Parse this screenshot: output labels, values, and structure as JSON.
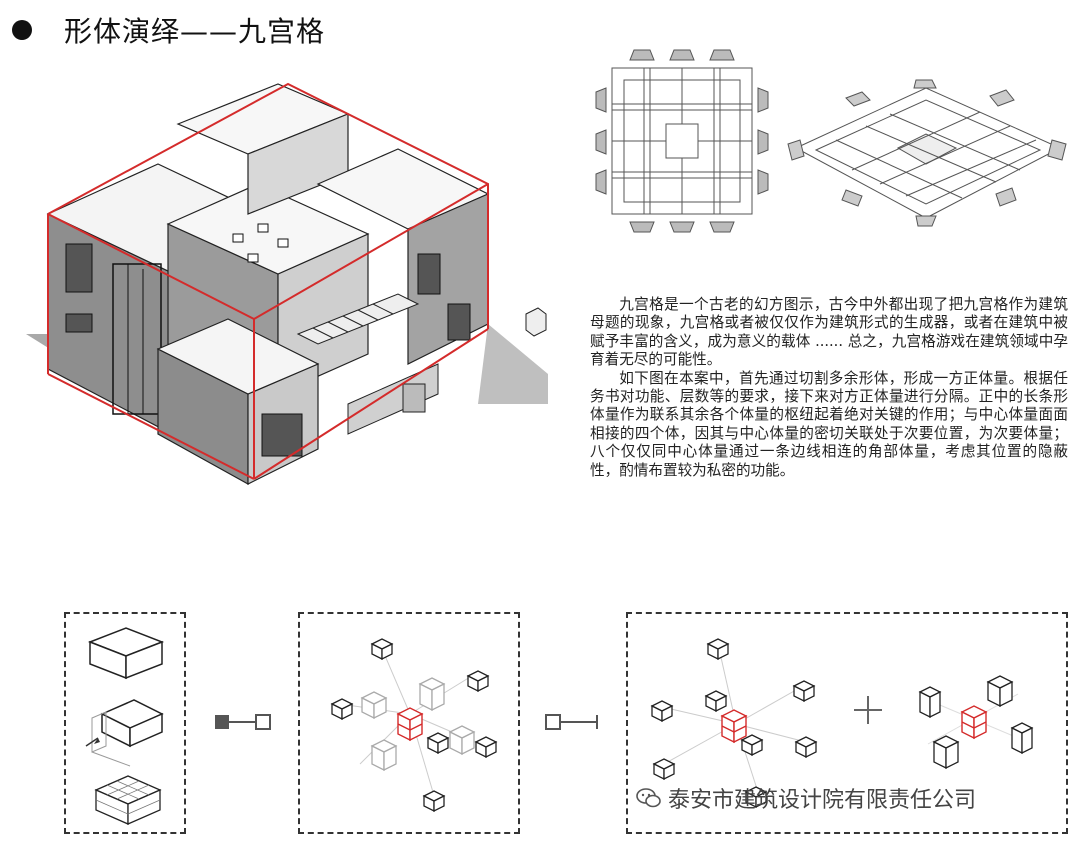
{
  "header": {
    "title": "形体演绎——九宫格"
  },
  "description": {
    "paragraphs": [
      "九宫格是一个古老的幻方图示，古今中外都出现了把九宫格作为建筑母题的现象，九宫格或者被仅仅作为建筑形式的生成器，或者在建筑中被赋予丰富的含义，成为意义的载体 ...... 总之，九宫格游戏在建筑领域中孕育着无尽的可能性。",
      "如下图在本案中，首先通过切割多余形体，形成一方正体量。根据任务书对功能、层数等的要求，接下来对方正体量进行分隔。正中的长条形体量作为联系其余各个体量的枢纽起着绝对关键的作用；与中心体量面面相接的四个体，因其与中心体量的密切关联处于次要位置，为次要体量；八个仅仅同中心体量通过一条边线相连的角部体量，考虑其位置的隐蔽性，酌情布置较为私密的功能。"
    ]
  },
  "diagram": {
    "operator": "+"
  },
  "watermark": {
    "text": "泰安市建筑设计院有限责任公司"
  },
  "colors": {
    "accent_red": "#d42b2b",
    "line": "#222222",
    "shadow": "#9a9a9a"
  },
  "icons": [
    "bullet-dot-icon",
    "connector-filled-icon",
    "connector-open-icon",
    "plus-icon",
    "wechat-icon"
  ]
}
